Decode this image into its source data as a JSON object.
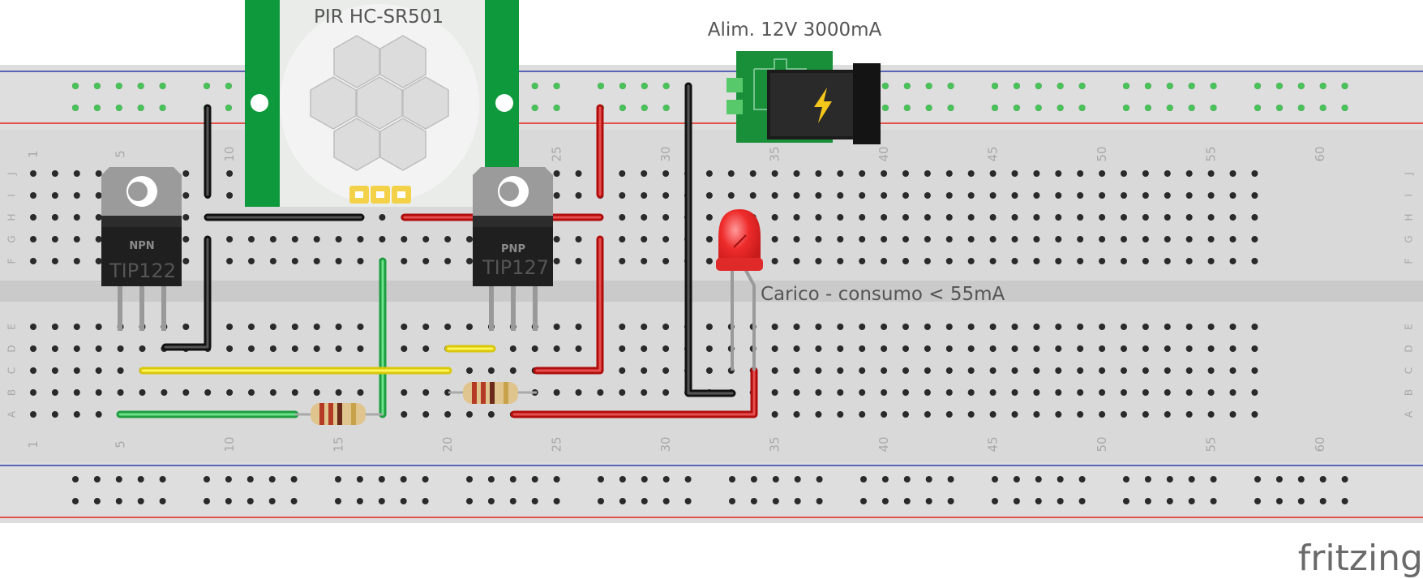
{
  "labels": {
    "pir": "PIR HC-SR501",
    "power": "Alim. 12V 3000mA",
    "npn_type": "NPN",
    "npn_part": "TIP122",
    "pnp_type": "PNP",
    "pnp_part": "TIP127",
    "load": "Carico - consumo < 55mA",
    "brand": "fritzing"
  },
  "breadboard": {
    "column_numbers": [
      "1",
      "5",
      "10",
      "15",
      "20",
      "25",
      "30",
      "35",
      "40",
      "45",
      "50",
      "55",
      "60"
    ],
    "top_rows": [
      "J",
      "I",
      "H",
      "G",
      "F"
    ],
    "bottom_rows": [
      "E",
      "D",
      "C",
      "B",
      "A"
    ]
  },
  "colors": {
    "board": "#d8d8d8",
    "rail_red": "#e2231a",
    "rail_blue": "#2d3ea8",
    "wire_black": "#1a1a1a",
    "wire_red": "#cc1111",
    "wire_green": "#22b24a",
    "wire_yellow": "#f4e10e",
    "pir_green": "#0e9a3c",
    "led_red": "#ee2b2b"
  }
}
